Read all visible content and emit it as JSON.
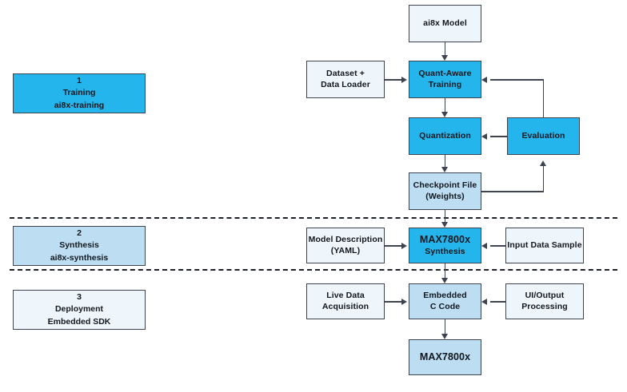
{
  "diagram": {
    "title_colors": {
      "stage1_fill": "#24b5ec",
      "stage2_fill": "#bcddf2",
      "stage3_fill": "#eef6fc",
      "border": "#3d4450",
      "text": "#13161c",
      "background": "#ffffff",
      "separator": "#1d2128"
    },
    "legend": [
      {
        "number": "1",
        "name": "Training",
        "repo": "ai8x-training"
      },
      {
        "number": "2",
        "name": "Synthesis",
        "repo": "ai8x-synthesis"
      },
      {
        "number": "3",
        "name": "Deployment",
        "repo": "Embedded SDK"
      }
    ],
    "nodes": {
      "ai8x_model": {
        "line1": "ai8x Model"
      },
      "dataset_loader": {
        "line1": "Dataset +",
        "line2": "Data Loader"
      },
      "quant_aware_training": {
        "line1": "Quant-Aware",
        "line2": "Training"
      },
      "quantization": {
        "line1": "Quantization"
      },
      "evaluation": {
        "line1": "Evaluation"
      },
      "checkpoint_file": {
        "line1": "Checkpoint File",
        "line2": "(Weights)"
      },
      "model_description": {
        "line1": "Model Description",
        "line2": "(YAML)"
      },
      "max7800x_synthesis": {
        "line1": "MAX7800x",
        "line2": "Synthesis"
      },
      "input_data_sample": {
        "line1": "Input Data Sample"
      },
      "live_data_acquisition": {
        "line1": "Live Data",
        "line2": "Acquisition"
      },
      "embedded_c_code": {
        "line1": "Embedded",
        "line2": "C Code"
      },
      "ui_output_processing": {
        "line1": "UI/Output",
        "line2": "Processing"
      },
      "max7800x_chip": {
        "line1": "MAX7800x"
      }
    }
  }
}
